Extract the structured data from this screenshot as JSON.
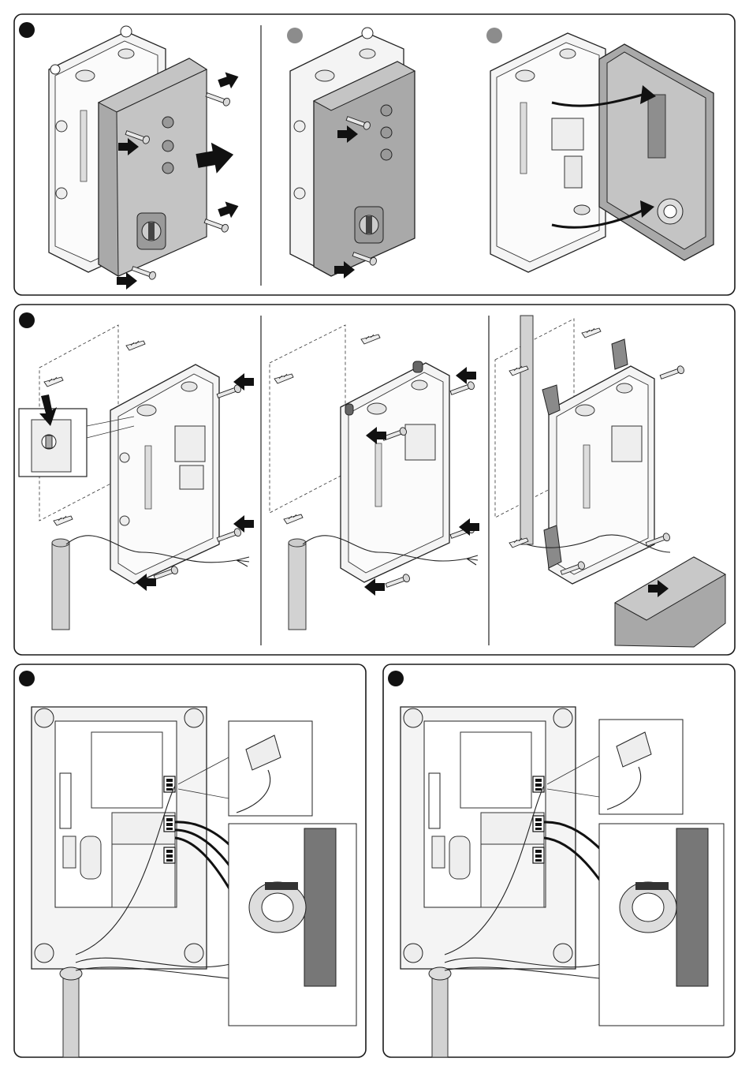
{
  "panels": [
    {
      "id": "top",
      "steps": [
        "step-1",
        "step-2",
        "step-3"
      ]
    },
    {
      "id": "middle",
      "steps": [
        "step-1",
        "step-2",
        "step-3"
      ]
    },
    {
      "id": "bottom-left"
    },
    {
      "id": "bottom-right"
    }
  ],
  "markers": {
    "filled_color": "#111111",
    "grey_color": "#8c8c8c"
  },
  "icons": [
    "push-arrow-icon",
    "screw-icon",
    "wall-anchor-icon",
    "cable-gland-icon",
    "terminal-block-icon",
    "selector-switch-icon"
  ]
}
